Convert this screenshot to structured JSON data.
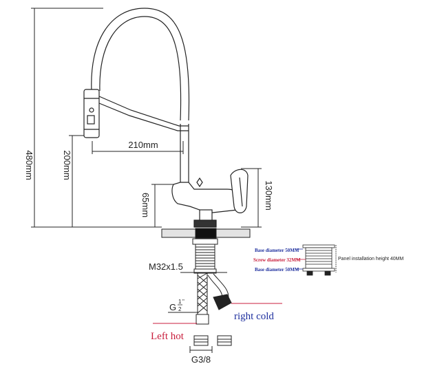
{
  "dimensions": {
    "total_height": "480mm",
    "spout_height": "200mm",
    "reach": "210mm",
    "handle_height": "130mm",
    "body_height": "65mm",
    "thread": "M32x1.5",
    "hose_thread_main": "G",
    "hose_thread_fraction_num": "1",
    "hose_thread_fraction_den": "2",
    "hose_thread_suffix": "\"",
    "adapter_thread": "G3/8"
  },
  "labels": {
    "left_hot": "Left hot",
    "right_cold": "right cold"
  },
  "detail": {
    "base_diameter_top": "Base diameter 50MM",
    "screw_diameter": "Screw diameter 32MM",
    "base_diameter_bottom": "Base diameter 50MM",
    "panel_height": "Panel installation height 40MM"
  },
  "colors": {
    "line": "#222222",
    "hot": "#c81e3c",
    "cold": "#1e2f9e"
  }
}
